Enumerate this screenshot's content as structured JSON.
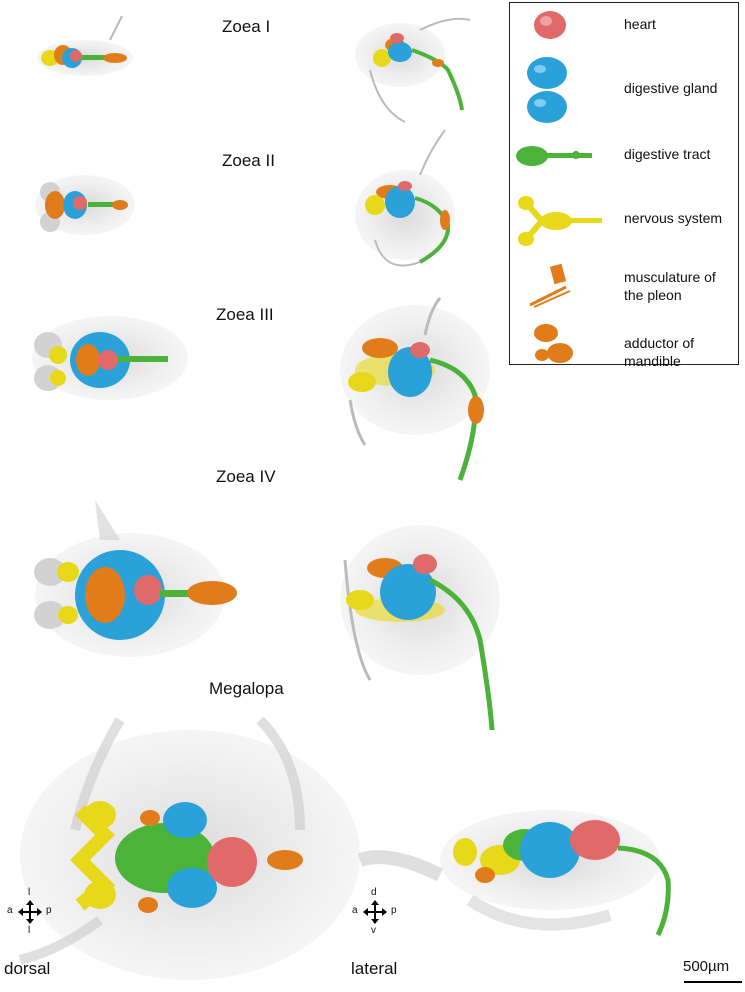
{
  "stages": [
    {
      "id": "zoea-1",
      "label": "Zoea I"
    },
    {
      "id": "zoea-2",
      "label": "Zoea II"
    },
    {
      "id": "zoea-3",
      "label": "Zoea III"
    },
    {
      "id": "zoea-4",
      "label": "Zoea IV"
    },
    {
      "id": "megalopa",
      "label": "Megalopa"
    }
  ],
  "legend": [
    {
      "id": "heart",
      "label": "heart",
      "color": "#e06a6a"
    },
    {
      "id": "digestive-gland",
      "label": "digestive gland",
      "color": "#2aa1d8"
    },
    {
      "id": "digestive-tract",
      "label": "digestive tract",
      "color": "#4bb23a"
    },
    {
      "id": "nervous-system",
      "label": "nervous system",
      "color": "#e8d81a"
    },
    {
      "id": "musculature-pleon",
      "label": "musculature of the pleon",
      "color": "#e07d1a"
    },
    {
      "id": "adductor-mandible",
      "label": "adductor of mandible",
      "color": "#e07d1a"
    }
  ],
  "views": {
    "dorsal": "dorsal",
    "lateral": "lateral"
  },
  "axes_dorsal": {
    "top": "l",
    "left": "a",
    "right": "p",
    "bottom": "l"
  },
  "axes_lateral": {
    "top": "d",
    "left": "a",
    "right": "p",
    "bottom": "v"
  },
  "scale_bar": {
    "label": "500µm"
  }
}
